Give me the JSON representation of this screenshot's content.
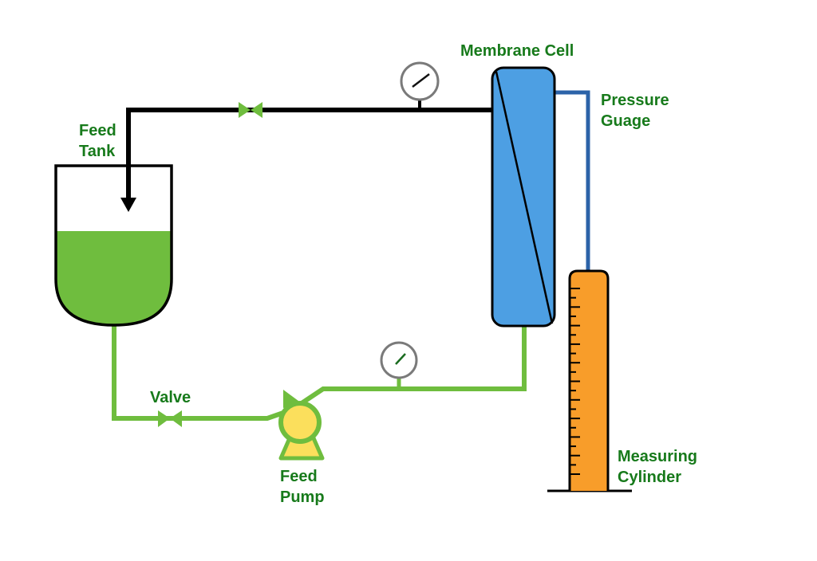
{
  "diagram": {
    "type": "process-flow",
    "colors": {
      "liquid": "#6fbd3e",
      "green_pipe": "#6fbd3e",
      "black_pipe": "#000000",
      "membrane": "#4d9fe3",
      "permeate_line": "#2c63a8",
      "cylinder": "#f89d2a",
      "pump_fill": "#fbdf5c",
      "gauge_ring": "#7a7a7a",
      "label_text": "#177a1b"
    },
    "labels": {
      "feed_tank": [
        "Feed",
        "Tank"
      ],
      "membrane_cell": "Membrane Cell",
      "pressure_gauge": [
        "Pressure",
        "Guage"
      ],
      "valve": "Valve",
      "feed_pump": [
        "Feed",
        "Pump"
      ],
      "measuring_cylinder": [
        "Measuring",
        "Cylinder"
      ]
    },
    "components": [
      {
        "id": "feed-tank",
        "label": "Feed Tank"
      },
      {
        "id": "valve-bottom",
        "label": "Valve"
      },
      {
        "id": "feed-pump",
        "label": "Feed Pump"
      },
      {
        "id": "gauge-bottom",
        "label": ""
      },
      {
        "id": "membrane-cell",
        "label": "Membrane Cell"
      },
      {
        "id": "gauge-top",
        "label": ""
      },
      {
        "id": "valve-top",
        "label": ""
      },
      {
        "id": "measuring-cylinder",
        "label": "Measuring Cylinder"
      }
    ],
    "connections": [
      {
        "from": "feed-tank",
        "to": "valve-bottom",
        "line": "green"
      },
      {
        "from": "valve-bottom",
        "to": "feed-pump",
        "line": "green"
      },
      {
        "from": "feed-pump",
        "to": "membrane-cell",
        "line": "green",
        "via": "gauge-bottom"
      },
      {
        "from": "membrane-cell",
        "to": "feed-tank",
        "line": "black",
        "via": [
          "gauge-top",
          "valve-top"
        ]
      },
      {
        "from": "membrane-cell",
        "to": "measuring-cylinder",
        "line": "blue"
      }
    ],
    "tank_fill_fraction": 0.58,
    "cylinder_tick_count": 21
  }
}
